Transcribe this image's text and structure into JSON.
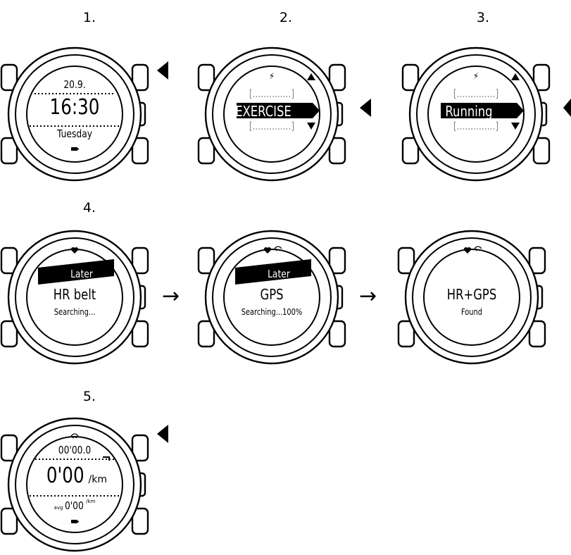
{
  "steps": {
    "s1": "1.",
    "s2": "2.",
    "s3": "3.",
    "s4": "4.",
    "s5": "5."
  },
  "watch1": {
    "date": "20.9.",
    "time": "16:30",
    "day": "Tuesday"
  },
  "watch2": {
    "menu_top": "[..............]",
    "selected": "EXERCISE",
    "menu_bottom": "[..............]"
  },
  "watch3": {
    "menu_top": "[..............]",
    "selected": "Running",
    "menu_bottom": "[..............]"
  },
  "watch4a": {
    "later": "Later",
    "title": "HR belt",
    "status": "Searching..."
  },
  "watch4b": {
    "later": "Later",
    "title": "GPS",
    "status": "Searching...100%"
  },
  "watch4c": {
    "title": "HR+GPS",
    "status": "Found"
  },
  "watch5": {
    "duration": "00'00.0",
    "pace": "0'00",
    "pace_unit": "/km",
    "avg_label": "avg",
    "avg_pace": "0'00",
    "avg_unit": "/km"
  },
  "flow_arrow": "→",
  "icons": {
    "run": "runner-icon",
    "heart": "heart-icon",
    "gps": "gps-signal-icon",
    "battery": "battery-icon",
    "button_pointer": "triangle-pointer-icon"
  }
}
